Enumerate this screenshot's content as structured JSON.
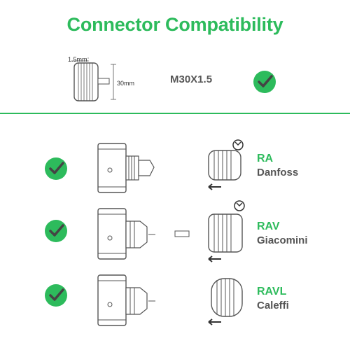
{
  "title": "Connector Compatibility",
  "top": {
    "dim_thread": "1.5mm",
    "dim_diameter": "30mm",
    "spec": "M30X1.5"
  },
  "colors": {
    "accent": "#2dbb5c",
    "text": "#555555",
    "line": "#555555"
  },
  "icons": [
    "check-circle-icon",
    "rotate-arrow-icon",
    "push-arrow-icon"
  ],
  "rows": [
    {
      "code": "RA",
      "name": "Danfoss"
    },
    {
      "code": "RAV",
      "name": "Giacomini"
    },
    {
      "code": "RAVL",
      "name": "Caleffi"
    }
  ]
}
